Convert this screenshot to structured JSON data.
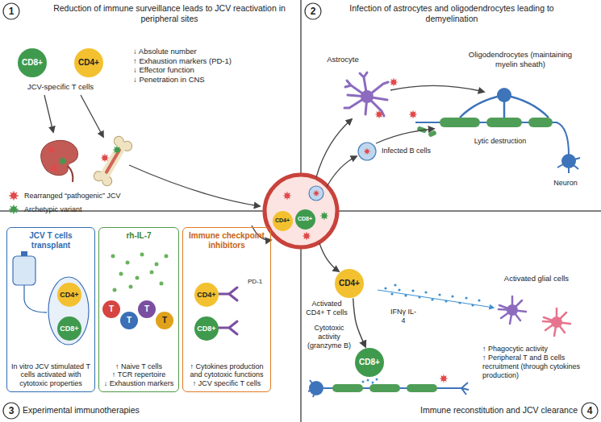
{
  "diagram": {
    "nodes": [
      {
        "text": [
          "CD8+"
        ]
      },
      {
        "text": [
          "CD4+"
        ]
      },
      {
        "text": [
          "CD4+"
        ]
      },
      {
        "text": [
          "CD8+"
        ]
      },
      {
        "text": [
          "JCV T cells transplant",
          "In vitro JCV stimulated T cells activated with cytotoxic properties"
        ]
      },
      {
        "text": [
          "CD4+"
        ],
        "in": 4
      },
      {
        "text": [
          "CD8+"
        ],
        "in": 4
      },
      {
        "text": [
          "rh-IL-7",
          "↑ Naive T cells ↑ TCR repertoire ↓ Exhaustion markers"
        ]
      },
      {
        "text": [
          "T"
        ],
        "in": 7
      },
      {
        "text": [
          "T"
        ],
        "in": 7
      },
      {
        "text": [
          "T"
        ],
        "in": 7
      },
      {
        "text": [
          "T"
        ],
        "in": 7
      },
      {
        "text": [
          "Immune checkpoint inhibitors",
          "↑ Cytokines production and cytotoxic functions ↑ JCV specific T cells"
        ]
      },
      {
        "text": [
          "CD4+"
        ],
        "in": 12
      },
      {
        "text": [
          "CD8+"
        ],
        "in": 12
      },
      {
        "text": [
          "CD4+"
        ]
      },
      {
        "text": [
          "CD8+"
        ]
      }
    ],
    "edges": [
      {
        "from": 15,
        "to": 16,
        "arrow": "to"
      }
    ],
    "labels": [
      "1",
      "Reduction of immune surveillance leads to JCV reactivation in peripheral sites",
      "JCV-specific T cells",
      "↓ Absolute number ↑ Exhaustion markers (PD-1) ↓ Effector function ↓ Penetration in CNS",
      "2",
      "Infection of astrocytes and oligodendrocytes leading to demyelination",
      "Astrocyte",
      "Oligodendrocytes (maintaining myelin sheath)",
      "Infected B cells",
      "Lytic destruction",
      "Neuron",
      "3",
      "Experimental immunotherapies",
      "PD-1",
      "4",
      "Immune reconstitution and JCV clearance",
      "Activated CD4+ T cells",
      "IFNγ IL-4",
      "Activated glial cells",
      "Cytotoxic activity (granzyme B)",
      "↑ Phagocytic activity ↑ Peripheral T and B cells recruitment (through cytokines production)"
    ],
    "legend": [
      {
        "text": "Rearranged “pathogenic” JCV"
      },
      {
        "text": "Archetypic variant"
      }
    ]
  }
}
